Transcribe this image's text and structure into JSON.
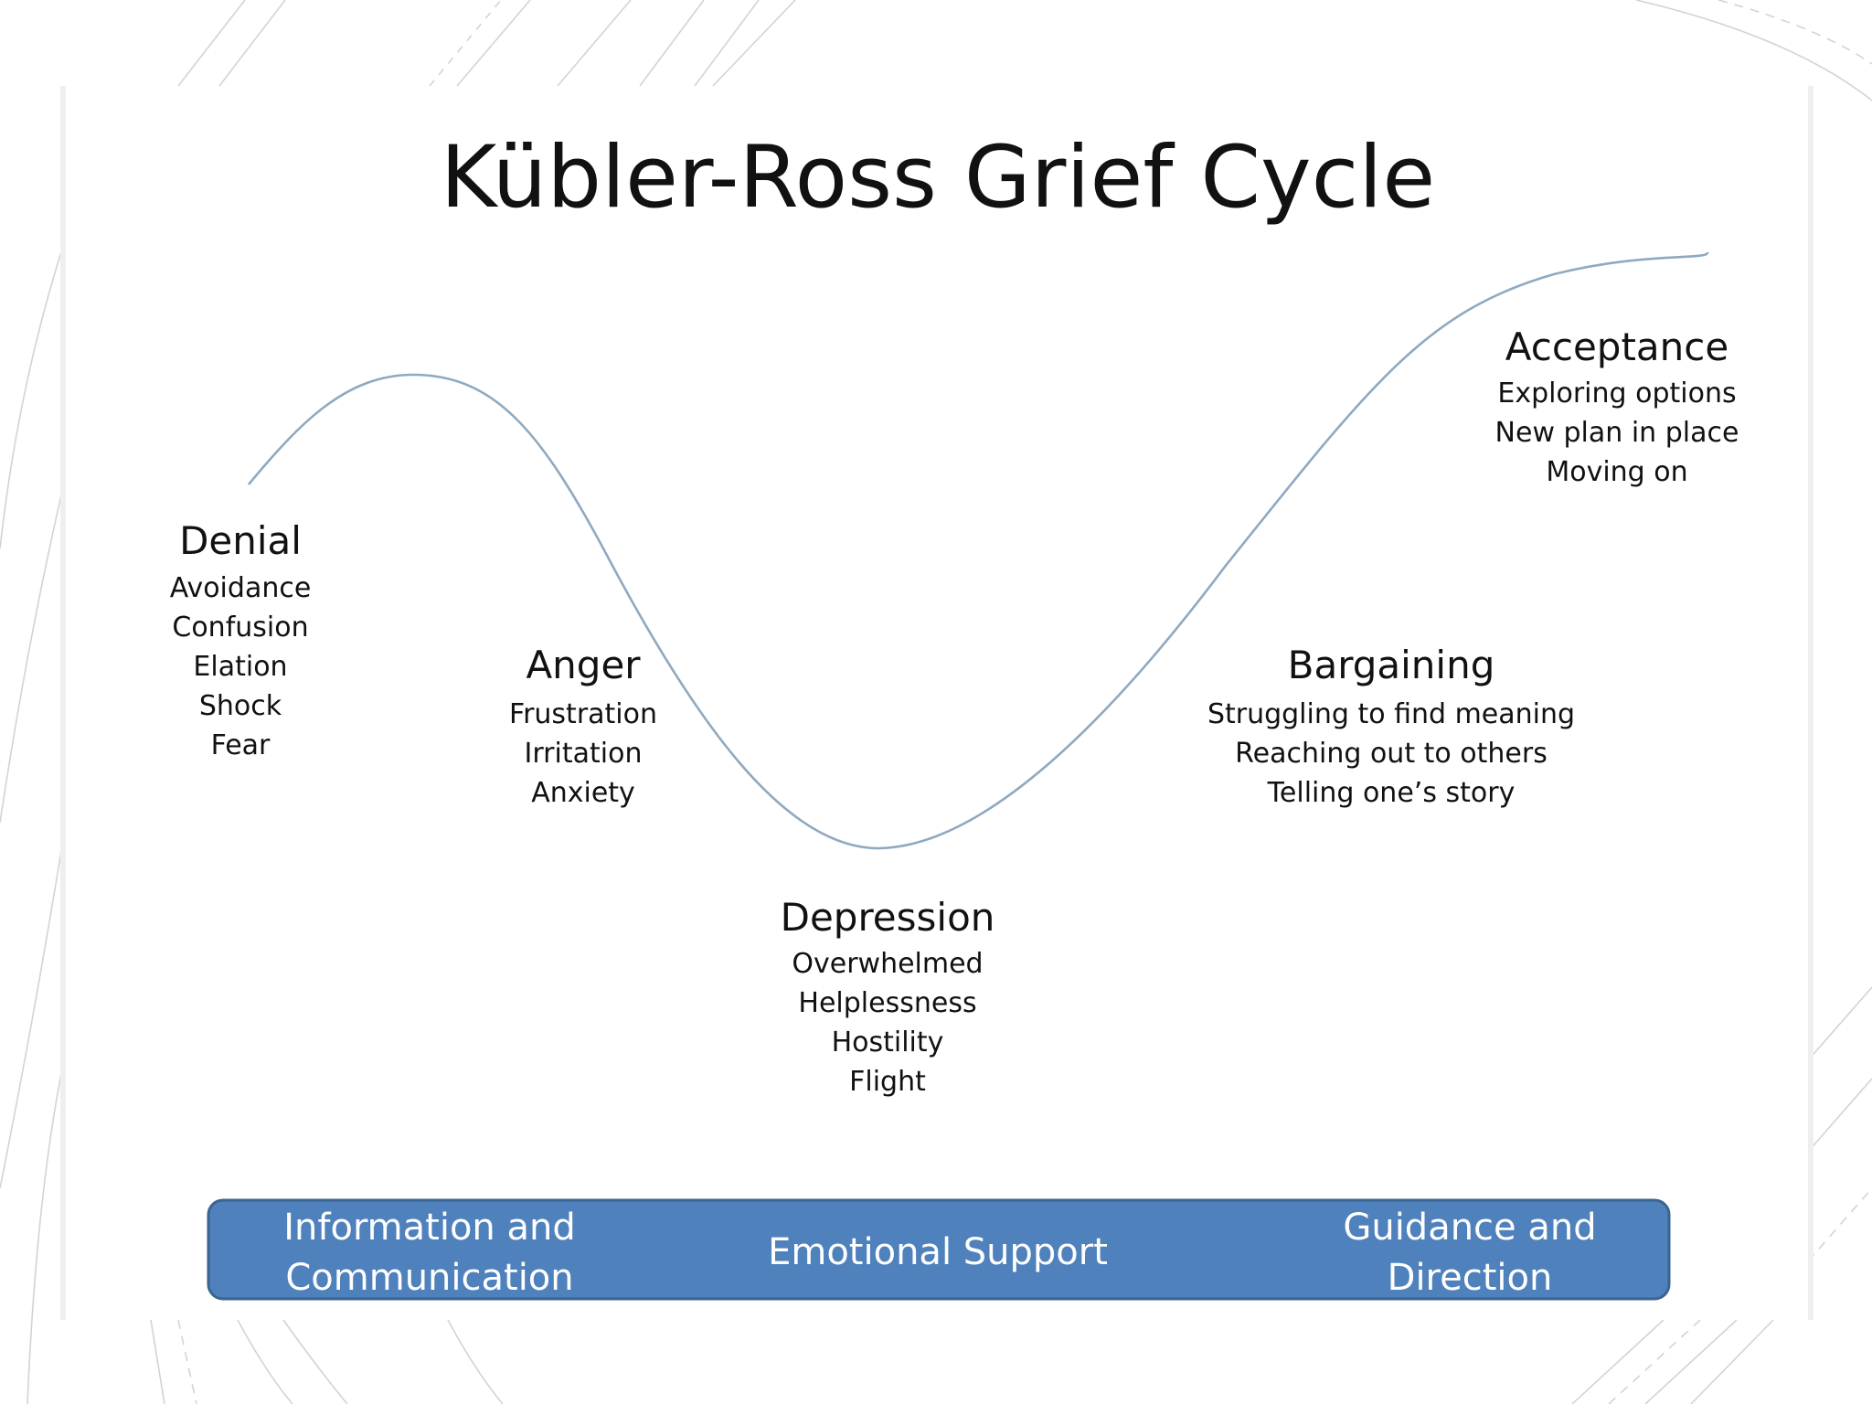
{
  "title": "Kübler-Ross Grief Cycle",
  "stages": [
    {
      "name": "Denial",
      "items": [
        "Avoidance",
        "Confusion",
        "Elation",
        "Shock",
        "Fear"
      ]
    },
    {
      "name": "Anger",
      "items": [
        "Frustration",
        "Irritation",
        "Anxiety"
      ]
    },
    {
      "name": "Depression",
      "items": [
        "Overwhelmed",
        "Helplessness",
        "Hostility",
        "Flight"
      ]
    },
    {
      "name": "Bargaining",
      "items": [
        "Struggling to find meaning",
        "Reaching out to others",
        "Telling one’s story"
      ]
    },
    {
      "name": "Acceptance",
      "items": [
        "Exploring options",
        "New plan in place",
        "Moving on"
      ]
    }
  ],
  "band": {
    "left_line1": "Information and",
    "left_line2": "Communication",
    "center": "Emotional Support",
    "right_line1": "Guidance and",
    "right_line2": "Direction"
  },
  "colors": {
    "curve": "#8fa9c0",
    "band_fill": "#4f81bd",
    "band_border": "#3a6491",
    "band_text": "#ffffff",
    "decor_lines": "#d0d0d0"
  }
}
